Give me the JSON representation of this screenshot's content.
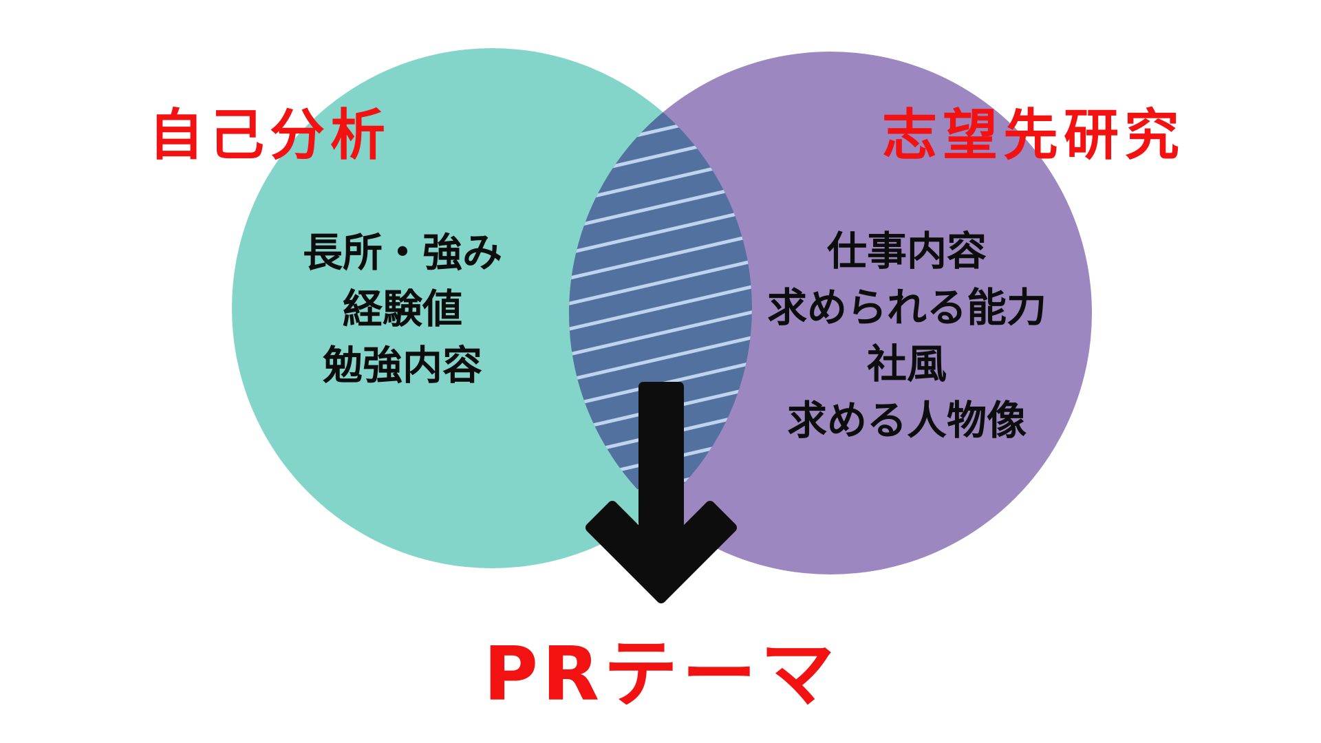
{
  "diagram": {
    "left_circle": {
      "title": "自己分析",
      "items": [
        "長所・強み",
        "経験値",
        "勉強内容"
      ]
    },
    "right_circle": {
      "title": "志望先研究",
      "items": [
        "仕事内容",
        "求められる能力",
        "社風",
        "求める人物像"
      ]
    },
    "result_label": "PRテーマ"
  },
  "colors": {
    "left_circle": "#84d5c9",
    "right_circle": "#9c87c0",
    "overlap": "#53719e",
    "hatch_line": "#bfd4ee",
    "arrow": "#0d0d0d",
    "title_text": "#f21212",
    "item_text": "#0d0d0d",
    "background": "#ffffff"
  }
}
